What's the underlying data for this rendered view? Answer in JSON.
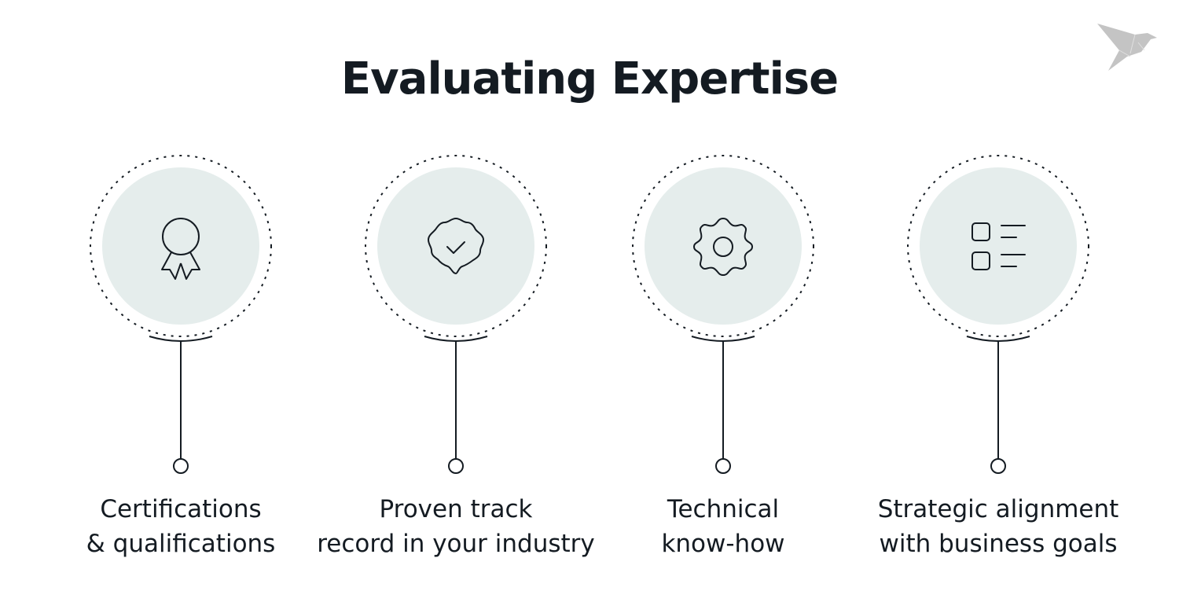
{
  "header": {
    "title": "Evaluating Expertise"
  },
  "logo": {
    "icon": "origami-bird-icon",
    "color": "#c4c4c4"
  },
  "colors": {
    "text": "#141b22",
    "circle_fill": "#e5edec",
    "stroke": "#141b22"
  },
  "steps": [
    {
      "icon": "award-ribbon-icon",
      "line1": "Certifications",
      "line2": "& qualifications"
    },
    {
      "icon": "verified-badge-check-icon",
      "line1": "Proven track",
      "line2": "record in your industry"
    },
    {
      "icon": "gear-icon",
      "line1": "Technical",
      "line2": "know-how"
    },
    {
      "icon": "checklist-icon",
      "line1": "Strategic alignment",
      "line2": "with business goals"
    }
  ]
}
